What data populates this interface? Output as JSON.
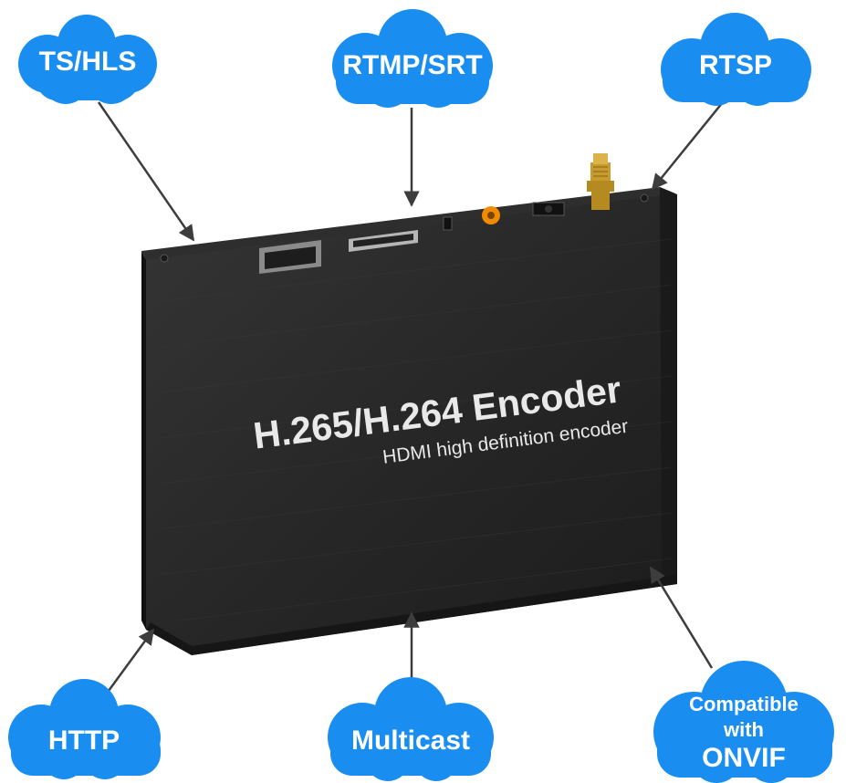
{
  "colors": {
    "cloud": "#1a8ef0",
    "cloud_dark": "#0f7ad8",
    "arrow": "#3d3d3d",
    "device_front": "#2b2b2b",
    "device_top": "#3a3a3a",
    "device_side": "#1c1c1c",
    "connector_orange": "#f08a00",
    "antenna_gold": "#c89b2e"
  },
  "clouds": {
    "ts_hls": "TS/HLS",
    "rtmp_srt": "RTMP/SRT",
    "rtsp": "RTSP",
    "http": "HTTP",
    "multicast": "Multicast",
    "onvif": {
      "line1": "Compatible",
      "line2": "with",
      "line3": "ONVIF"
    }
  },
  "device": {
    "title": "H.265/H.264 Encoder",
    "subtitle": "HDMI high definition encoder"
  },
  "icons": [
    "cloud-shape",
    "arrow",
    "ethernet-port",
    "hdmi-port",
    "audio-jack",
    "sma-antenna-connector",
    "dc-power-jack"
  ]
}
